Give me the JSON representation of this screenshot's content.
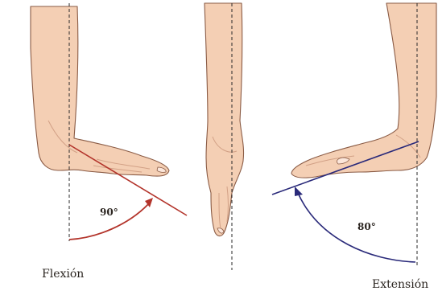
{
  "panels": {
    "flexion": {
      "caption": "Flexión",
      "angle_label": "90°",
      "line_color": "#b3342b",
      "arc_color": "#b3342b"
    },
    "neutral": {},
    "extension": {
      "caption": "Extensión",
      "angle_label": "80°",
      "line_color": "#2a2a7a",
      "arc_color": "#2a2a7a"
    }
  }
}
